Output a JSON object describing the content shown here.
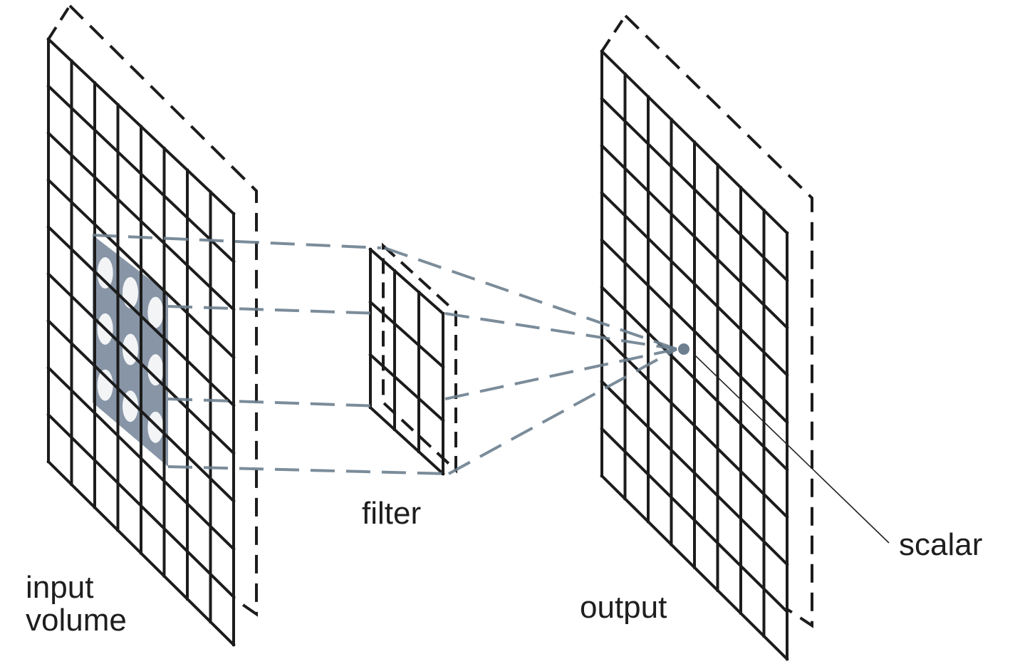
{
  "labels": {
    "input_line1": "input",
    "input_line2": "volume",
    "filter": "filter",
    "output": "output",
    "scalar": "scalar"
  },
  "colors": {
    "grid": "#1c1c1c",
    "projection": "#6d7f8f",
    "receptive_field": "#7a8a9c",
    "background": "#ffffff"
  }
}
